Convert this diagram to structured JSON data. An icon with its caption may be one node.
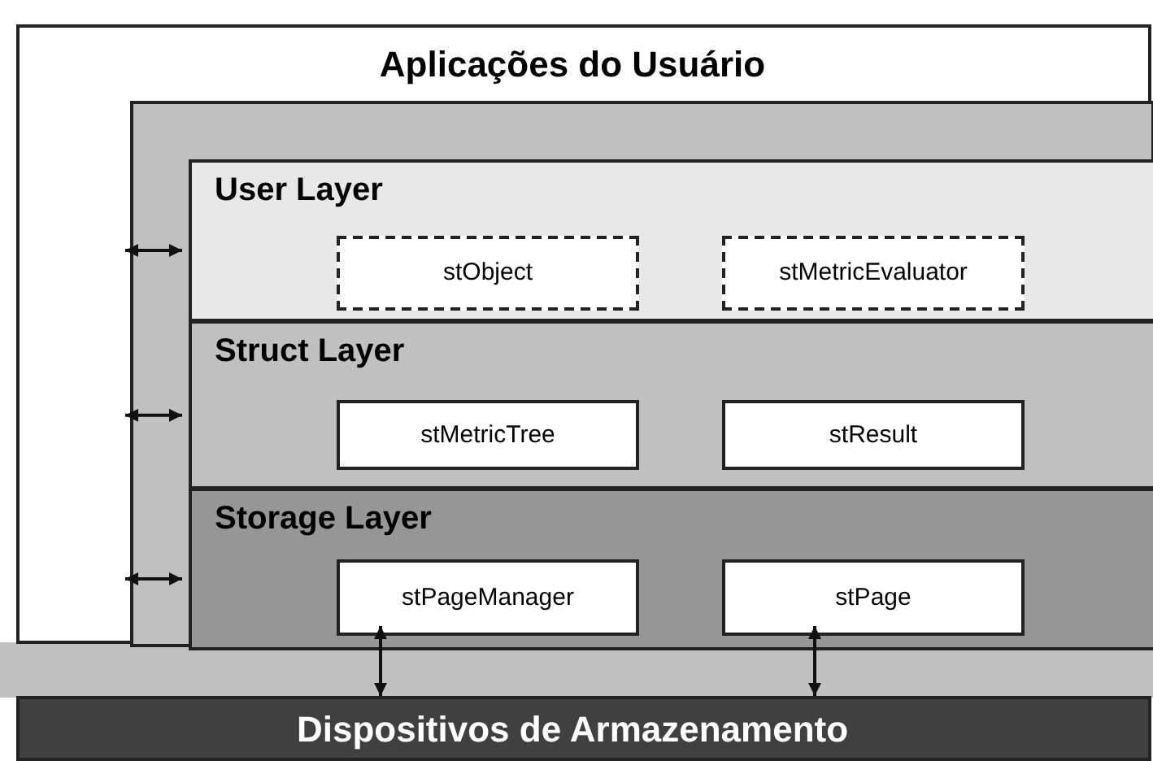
{
  "diagram": {
    "nodes": [
      {
        "text": [
          "Aplicações do Usuário"
        ]
      },
      {
        "text": [],
        "shape": "box",
        "in": 0
      },
      {
        "text": [
          "User Layer"
        ],
        "in": 1
      },
      {
        "text": [
          "stObject"
        ],
        "in": 2
      },
      {
        "text": [
          "stMetricEvaluator"
        ],
        "in": 2
      },
      {
        "text": [
          "Struct Layer"
        ],
        "in": 1
      },
      {
        "text": [
          "stMetricTree"
        ],
        "in": 5
      },
      {
        "text": [
          "stResult"
        ],
        "in": 5
      },
      {
        "text": [
          "Storage Layer"
        ],
        "in": 1
      },
      {
        "text": [
          "stPageManager"
        ],
        "in": 8
      },
      {
        "text": [
          "stPage"
        ],
        "in": 8
      },
      {
        "text": [
          "Dispositivos de Armazenamento"
        ]
      }
    ],
    "edges": [
      {
        "from": 0,
        "to": 2,
        "arrow": "both"
      },
      {
        "from": 0,
        "to": 5,
        "arrow": "both"
      },
      {
        "from": 0,
        "to": 8,
        "arrow": "both"
      },
      {
        "from": 9,
        "to": 11,
        "arrow": "both"
      },
      {
        "from": 10,
        "to": 11,
        "arrow": "both"
      }
    ]
  }
}
